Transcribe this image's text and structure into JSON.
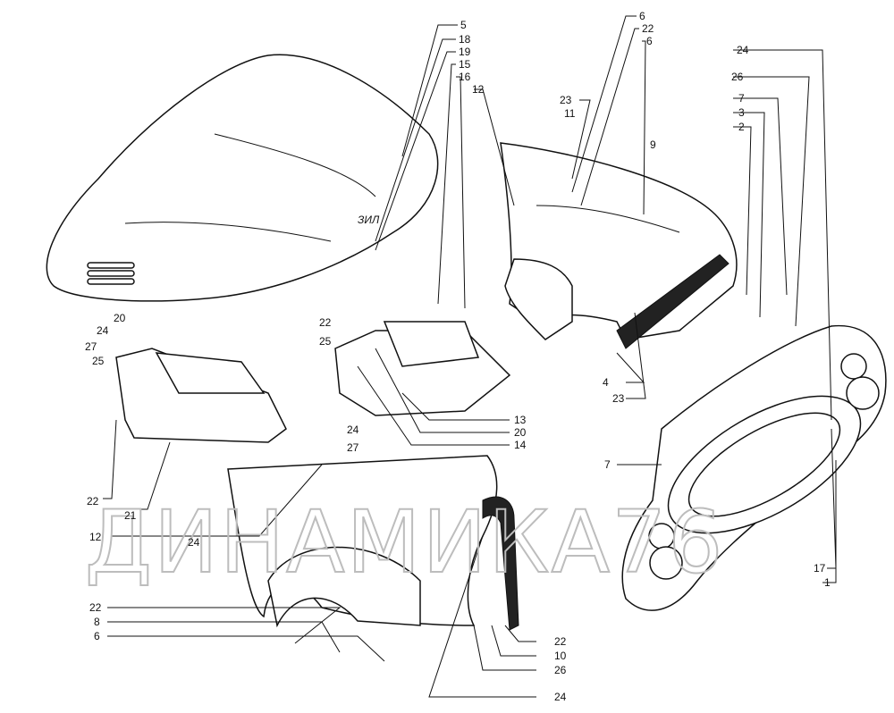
{
  "watermark": "ДИНАМИКА76",
  "logo_text": "ЗИЛ",
  "callouts": [
    "5",
    "18",
    "19",
    "15",
    "16",
    "12",
    "6",
    "22",
    "6",
    "23",
    "11",
    "9",
    "24",
    "26",
    "7",
    "3",
    "2",
    "20",
    "24",
    "27",
    "25",
    "22",
    "25",
    "24",
    "27",
    "13",
    "20",
    "14",
    "4",
    "23",
    "21",
    "22",
    "7",
    "12",
    "24",
    "22",
    "8",
    "6",
    "22",
    "10",
    "26",
    "24",
    "17",
    "1"
  ]
}
